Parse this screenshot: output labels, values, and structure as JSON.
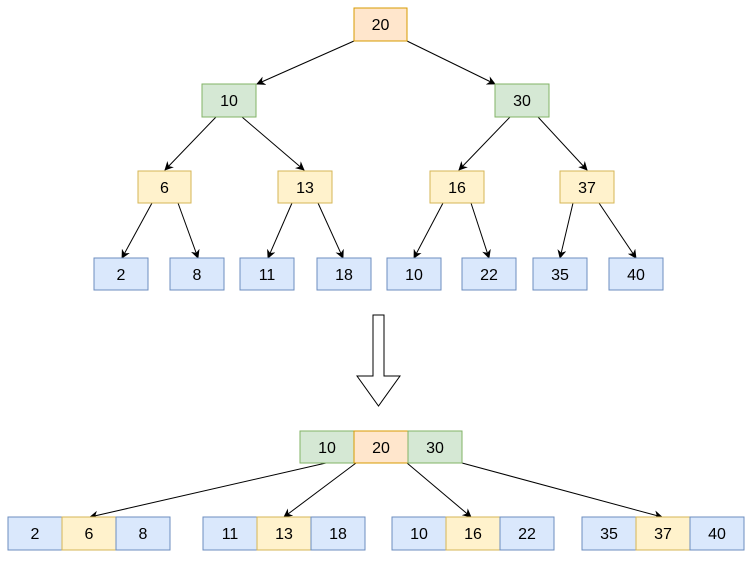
{
  "colors": {
    "root": "#ffe6cc",
    "level1": "#d5e8d4",
    "level2": "#fff2cc",
    "leaf": "#dae8fc"
  },
  "tree": {
    "root": "20",
    "level1": [
      "10",
      "30"
    ],
    "level2": [
      "6",
      "13",
      "16",
      "37"
    ],
    "leaves": [
      "2",
      "8",
      "11",
      "18",
      "10",
      "22",
      "35",
      "40"
    ]
  },
  "result": {
    "root": [
      "10",
      "20",
      "30"
    ],
    "children": [
      [
        "2",
        "6",
        "8"
      ],
      [
        "11",
        "13",
        "18"
      ],
      [
        "10",
        "16",
        "22"
      ],
      [
        "35",
        "37",
        "40"
      ]
    ]
  }
}
